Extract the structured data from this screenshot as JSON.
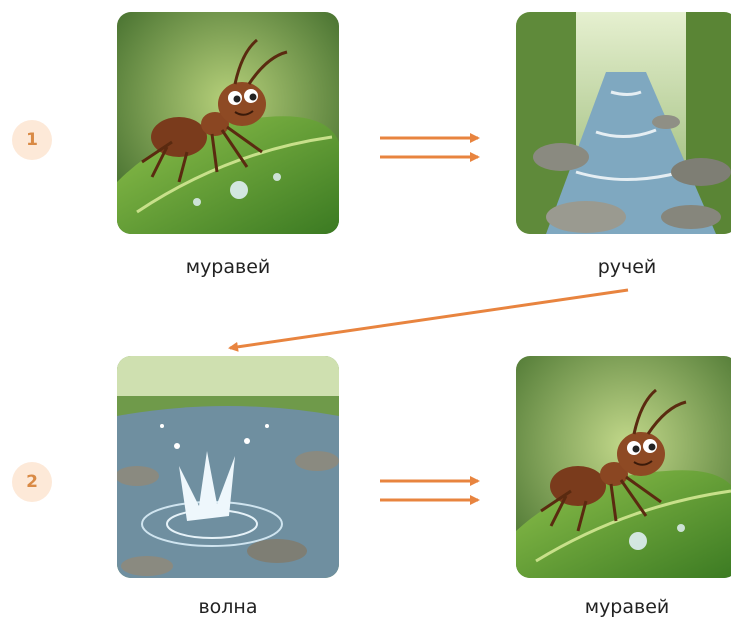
{
  "steps": [
    {
      "number": "1",
      "left": {
        "label": "муравей",
        "scene": "ant-on-leaf"
      },
      "right": {
        "label": "ручей",
        "scene": "forest-stream"
      }
    },
    {
      "number": "2",
      "left": {
        "label": "волна",
        "scene": "water-splash"
      },
      "right": {
        "label": "муравей",
        "scene": "ant-on-leaf"
      }
    }
  ],
  "colors": {
    "arrow": "#e8843f",
    "badge_bg": "#fde9d8",
    "badge_text": "#d98a45"
  }
}
